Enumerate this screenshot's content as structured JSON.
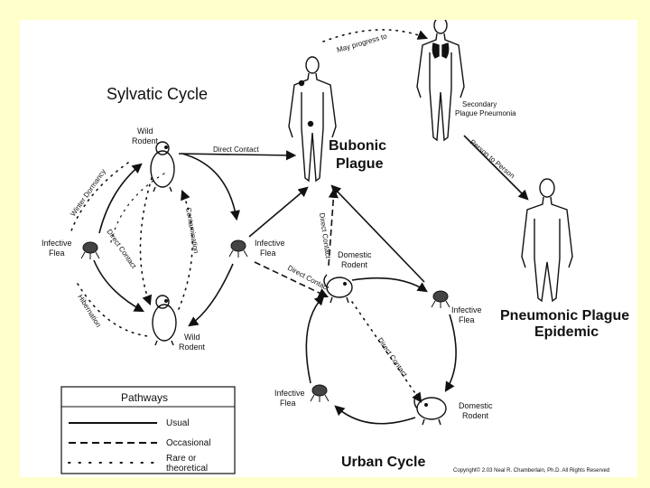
{
  "titles": {
    "sylvatic": "Sylvatic Cycle",
    "urban": "Urban Cycle",
    "bubonic_line1": "Bubonic",
    "bubonic_line2": "Plague",
    "epidemic_line1": "Pneumonic Plague",
    "epidemic_line2": "Epidemic",
    "secondary_line1": "Secondary",
    "secondary_line2": "Plague Pneumonia"
  },
  "nodes": {
    "wild_rodent_top": [
      "Wild",
      "Rodent"
    ],
    "wild_rodent_bottom": [
      "Wild",
      "Rodent"
    ],
    "infective_flea_left": [
      "Infective",
      "Flea"
    ],
    "infective_flea_mid": [
      "Infective",
      "Flea"
    ],
    "domestic_rodent_top": [
      "Domestic",
      "Rodent"
    ],
    "infective_flea_right": [
      "Infective",
      "Flea"
    ],
    "infective_flea_lower": [
      "Infective",
      "Flea"
    ],
    "domestic_rodent_bottom": [
      "Domestic",
      "Rodent"
    ]
  },
  "arrows": {
    "direct_contact_top": "Direct Contact",
    "may_progress": "May progress to",
    "person_to_person": "Person to Person",
    "winter_dormancy": "Winter Dormancy",
    "direct_contact_left": "Direct Contact",
    "contamination": "Contamination",
    "hibernation": "Hibernation",
    "direct_contact_vertical": "Direct Contact",
    "direct_contact_diag": "Direct Contact",
    "direct_contact_urban": "Direct Contact"
  },
  "legend": {
    "title": "Pathways",
    "usual": "Usual",
    "occasional": "Occasional",
    "rare_line1": "Rare or",
    "rare_line2": "theoretical"
  },
  "copyright": "Copyright© 2.03 Neal R. Chamberlain, Ph.D. All Rights Reserved",
  "colors": {
    "background": "#ffffcc",
    "panel": "#ffffff",
    "ink": "#111111"
  }
}
